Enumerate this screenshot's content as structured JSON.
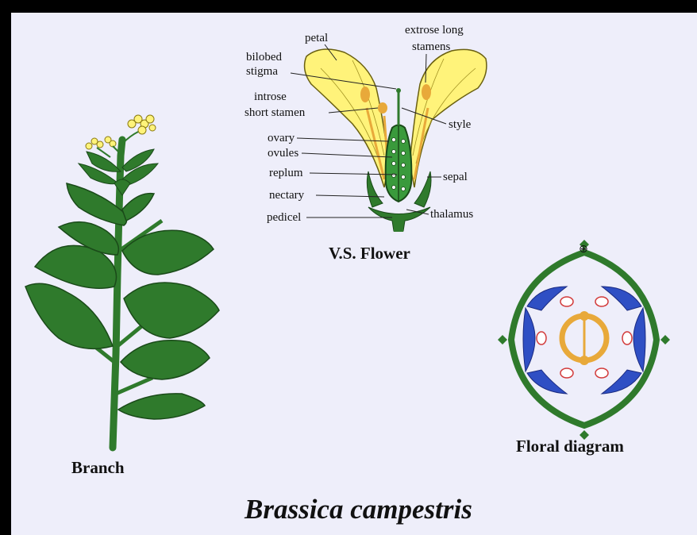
{
  "title": "Brassica campestris",
  "captions": {
    "branch": "Branch",
    "flower": "V.S. Flower",
    "floral": "Floral diagram"
  },
  "floral_symbol": "⊕",
  "labels": {
    "petal": "petal",
    "bilobed_1": "bilobed",
    "bilobed_2": "stigma",
    "introse_1": "introse",
    "introse_2": "short stamen",
    "ovary": "ovary",
    "ovules": "ovules",
    "replum": "replum",
    "nectary": "nectary",
    "pedicel": "pedicel",
    "extrose_1": "extrose long",
    "extrose_2": "stamens",
    "style": "style",
    "sepal": "sepal",
    "thalamus": "thalamus"
  },
  "colors": {
    "background": "#eeeefa",
    "border": "#000000",
    "stem_green": "#2f7a2c",
    "petal_yellow": "#fff37a",
    "stamen_orange": "#e8a93a",
    "sepal_blue": "#2f4fc4",
    "anther_red": "#d23a3a"
  }
}
